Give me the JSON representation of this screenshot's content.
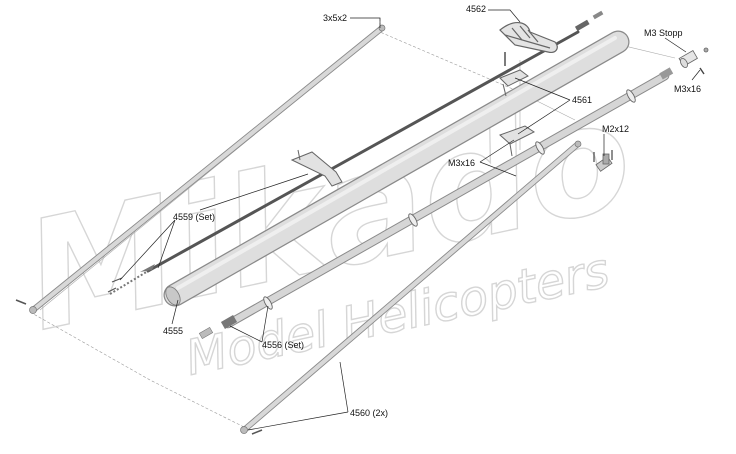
{
  "watermark": {
    "brand": "Mikado",
    "tagline": "Model Helicopters"
  },
  "labels": {
    "screw_3x5x2": "3x5x2",
    "part_4562": "4562",
    "m3_stopp": "M3 Stopp",
    "m3x16_right": "M3x16",
    "part_4561": "4561",
    "m2x12": "M2x12",
    "m3x16_center": "M3x16",
    "part_4559": "4559 (Set)",
    "part_4555": "4555",
    "part_4556": "4556 (Set)",
    "part_4560": "4560 (2x)"
  },
  "colors": {
    "part_fill": "#d8d8d8",
    "part_edge": "#8a8a8a",
    "dark_rod": "#555555",
    "watermark": "#d6d6d6",
    "text": "#111111"
  }
}
